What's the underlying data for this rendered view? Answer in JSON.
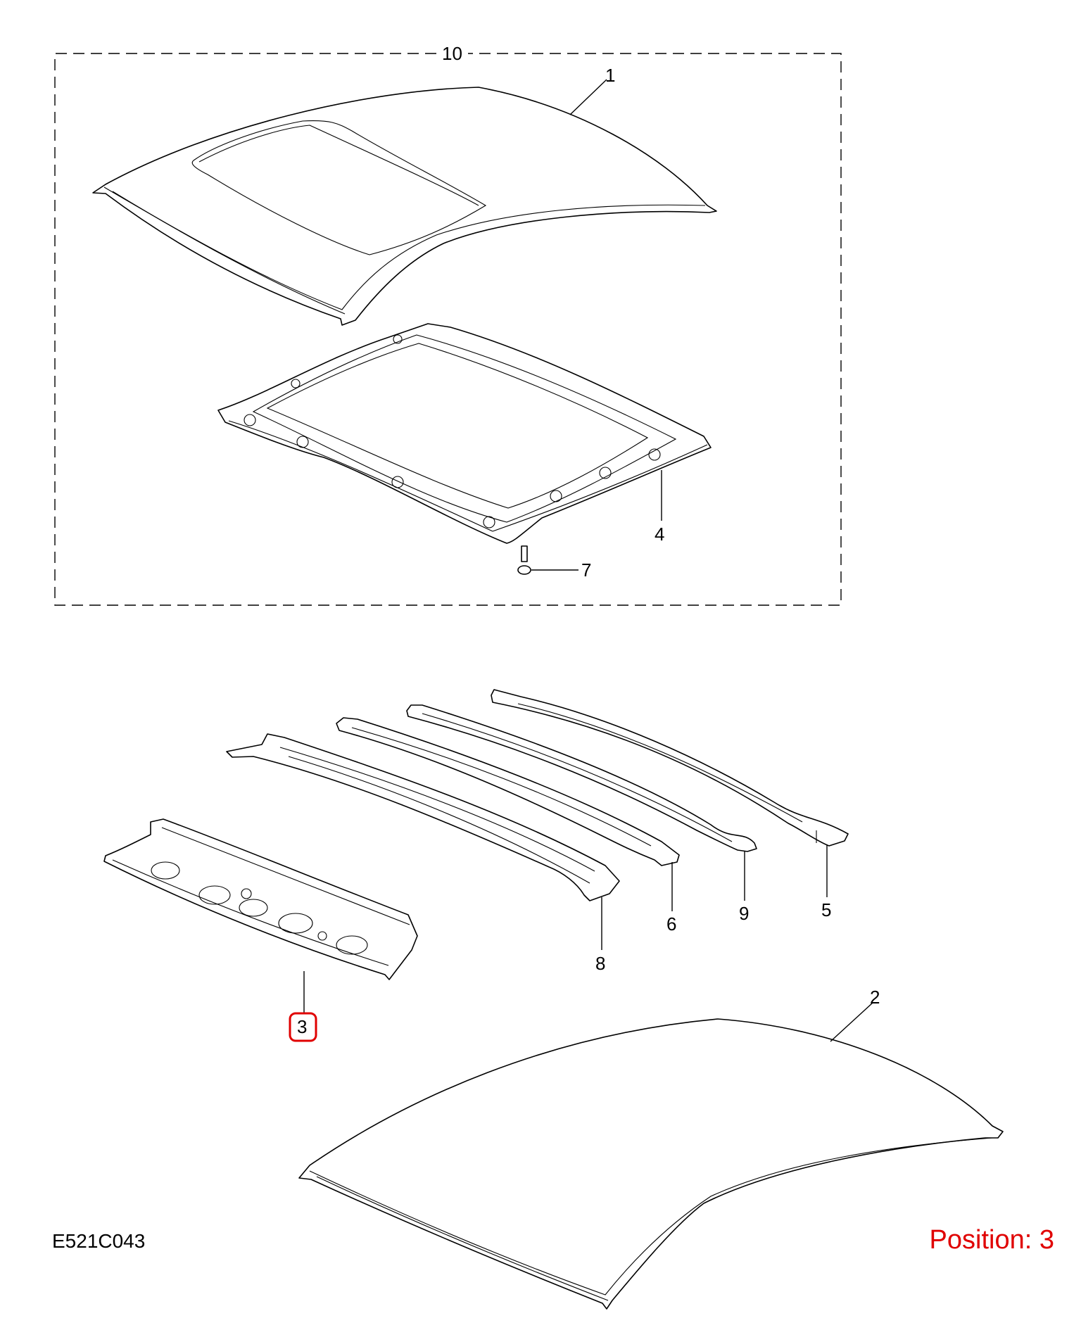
{
  "diagram": {
    "code": "E521C043",
    "position_text": "Position: 3",
    "highlight_color": "#e00000",
    "callouts": {
      "c1": "1",
      "c2": "2",
      "c3": "3",
      "c4": "4",
      "c5": "5",
      "c6": "6",
      "c7": "7",
      "c8": "8",
      "c9": "9",
      "c10": "10"
    },
    "parts": [
      {
        "id": "1",
        "name": "roof-panel-with-sunroof-opening"
      },
      {
        "id": "2",
        "name": "roof-panel"
      },
      {
        "id": "3",
        "name": "front-roof-header-panel"
      },
      {
        "id": "4",
        "name": "sunroof-reinforcement-frame"
      },
      {
        "id": "5",
        "name": "rear-roof-bow"
      },
      {
        "id": "6",
        "name": "roof-bow"
      },
      {
        "id": "7",
        "name": "bolt"
      },
      {
        "id": "8",
        "name": "roof-bow"
      },
      {
        "id": "9",
        "name": "roof-bow"
      },
      {
        "id": "10",
        "name": "sunroof-roof-assembly"
      }
    ],
    "highlighted_part": "3"
  }
}
